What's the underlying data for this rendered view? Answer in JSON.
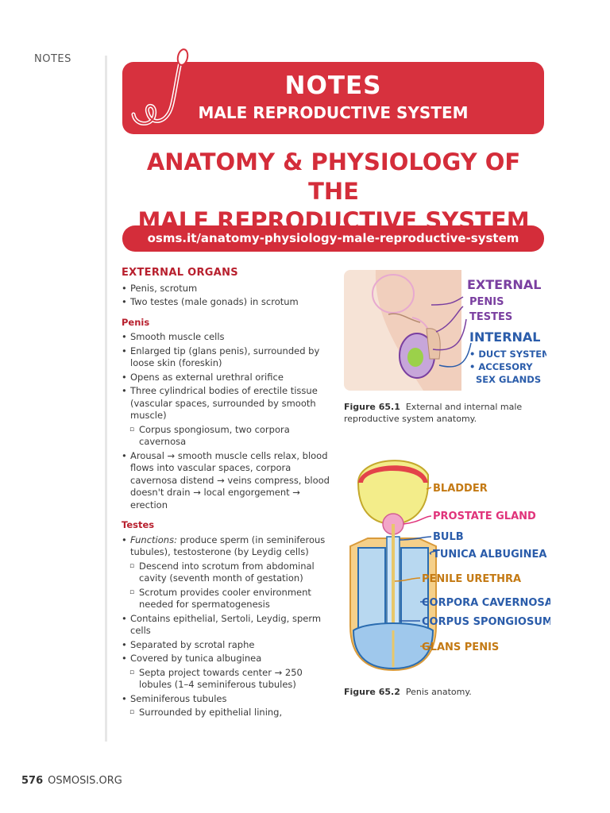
{
  "side_label": "NOTES",
  "banner": {
    "title": "NOTES",
    "subtitle": "MALE REPRODUCTIVE SYSTEM"
  },
  "title_lines": [
    "ANATOMY & PHYSIOLOGY OF THE",
    "MALE REPRODUCTIVE SYSTEM"
  ],
  "url": "osms.it/anatomy-physiology-male-reproductive-system",
  "section_heading": "EXTERNAL ORGANS",
  "intro_bullets": [
    "Penis, scrotum",
    "Two testes (male gonads) in scrotum"
  ],
  "penis": {
    "heading": "Penis",
    "items": [
      {
        "text": "Smooth muscle cells",
        "level": 0
      },
      {
        "text": "Enlarged tip (glans penis), surrounded by loose skin (foreskin)",
        "level": 0
      },
      {
        "text": "Opens as external urethral orifice",
        "level": 0
      },
      {
        "text": "Three cylindrical bodies of erectile tissue (vascular spaces, surrounded by smooth muscle)",
        "level": 0
      },
      {
        "text": "Corpus spongiosum, two corpora cavernosa",
        "level": 1
      },
      {
        "text": "Arousal → smooth muscle cells relax, blood flows into vascular spaces, corpora cavernosa distend → veins compress, blood doesn't drain → local engorgement → erection",
        "level": 0
      }
    ]
  },
  "testes": {
    "heading": "Testes",
    "functions_label": "Functions:",
    "functions_text": " produce sperm (in seminiferous tubules), testosterone (by Leydig cells)",
    "items": [
      {
        "text": "Descend into scrotum from abdominal cavity (seventh month of gestation)",
        "level": 1
      },
      {
        "text": "Scrotum provides cooler environment needed for spermatogenesis",
        "level": 1
      },
      {
        "text": "Contains epithelial, Sertoli, Leydig, sperm cells",
        "level": 0
      },
      {
        "text": "Separated by scrotal raphe",
        "level": 0
      },
      {
        "text": "Covered by tunica albuginea",
        "level": 0
      },
      {
        "text": "Septa project towards center → 250 lobules (1–4 seminiferous tubules)",
        "level": 1
      },
      {
        "text": "Seminiferous tubules",
        "level": 0
      },
      {
        "text": "Surrounded by epithelial lining,",
        "level": 1
      }
    ]
  },
  "figure1": {
    "labels": {
      "external": "EXTERNAL",
      "penis": "PENIS",
      "testes": "TESTES",
      "internal": "INTERNAL",
      "duct": "• DUCT SYSTEM",
      "accessory1": "• ACCESORY",
      "accessory2": "SEX GLANDS"
    },
    "caption_num": "Figure 65.1",
    "caption_text": "External and internal male reproductive system anatomy."
  },
  "figure2": {
    "labels": {
      "bladder": "BLADDER",
      "prostate": "PROSTATE GLAND",
      "bulb": "BULB",
      "tunica": "TUNICA ALBUGINEA",
      "urethra": "PENILE URETHRA",
      "cavernosa": "CORPORA CAVERNOSA",
      "spongiosum": "CORPUS SPONGIOSUM",
      "glans": "GLANS PENIS"
    },
    "caption_num": "Figure 65.2",
    "caption_text": "Penis anatomy."
  },
  "footer": {
    "page_number": "576",
    "site": "OSMOSIS.ORG"
  },
  "colors": {
    "brand_red": "#d42d3a",
    "purple": "#7a3fa0",
    "blue": "#2a5caa",
    "orange": "#d88a1a",
    "pink": "#e0337a"
  }
}
